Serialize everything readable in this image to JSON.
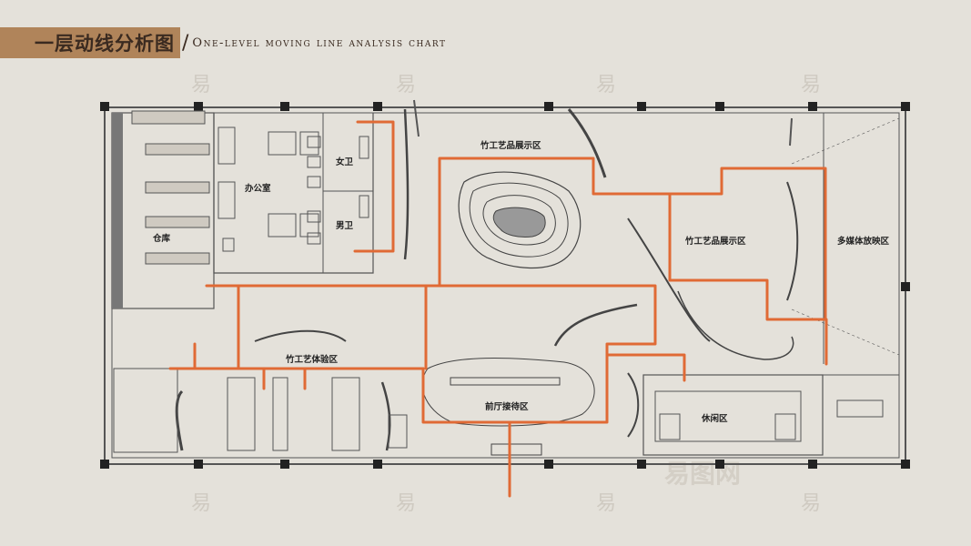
{
  "title": {
    "cn": "一层动线分析图",
    "slash": "/",
    "en": "One-level moving line analysis chart"
  },
  "rooms": {
    "warehouse": "仓库",
    "office": "办公室",
    "womens_restroom": "女卫",
    "mens_restroom": "男卫",
    "bamboo_exhibit_1": "竹工艺品展示区",
    "bamboo_exhibit_2": "竹工艺品展示区",
    "multimedia_area": "多媒体放映区",
    "bamboo_experience": "竹工艺体验区",
    "lobby_reception": "前厅接待区",
    "lounge": "休闲区"
  },
  "watermark": {
    "glyph": "易",
    "brand": "易图网"
  },
  "colors": {
    "route": "#e06a35",
    "wall": "#555555",
    "background": "#e4e1da",
    "title_band": "#b0845a"
  }
}
